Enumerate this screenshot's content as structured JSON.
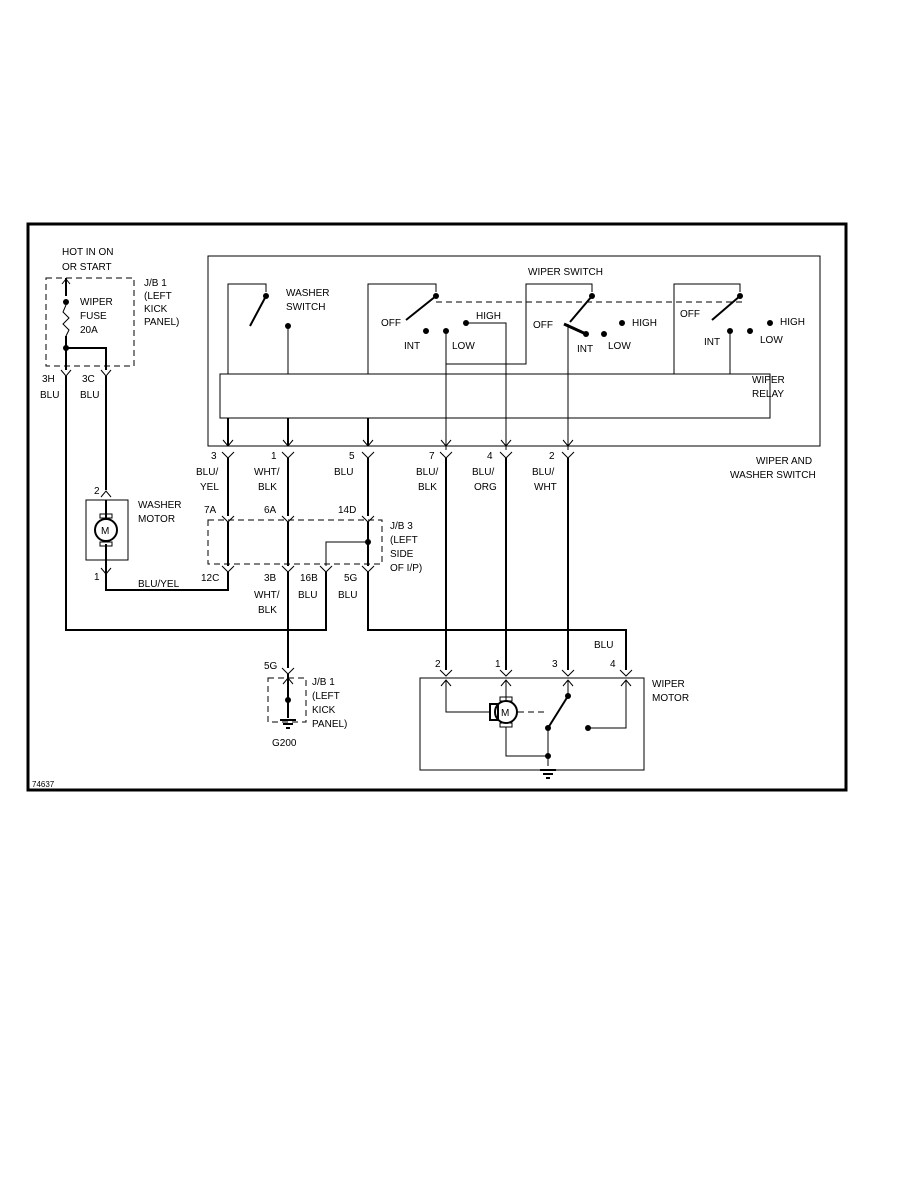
{
  "labels": {
    "hot_line1": "HOT IN ON",
    "hot_line2": "OR START",
    "wiper_fuse_1": "WIPER",
    "wiper_fuse_2": "FUSE",
    "wiper_fuse_3": "20A",
    "jb1_top_1": "J/B 1",
    "jb1_top_2": "(LEFT",
    "jb1_top_3": "KICK",
    "jb1_top_4": "PANEL)",
    "pin_3h": "3H",
    "pin_3c": "3C",
    "wire_blu_left": "BLU",
    "wire_blu_3c": "BLU",
    "washer_switch_1": "WASHER",
    "washer_switch_2": "SWITCH",
    "wiper_switch": "WIPER SWITCH",
    "off_1": "OFF",
    "int_1": "INT",
    "low_1": "LOW",
    "high_1": "HIGH",
    "off_2": "OFF",
    "int_2": "INT",
    "low_2": "LOW",
    "high_2": "HIGH",
    "off_3": "OFF",
    "int_3": "INT",
    "low_3": "LOW",
    "high_3": "HIGH",
    "wiper_relay_1": "WIPER",
    "wiper_relay_2": "RELAY",
    "wiper_washer_1": "WIPER AND",
    "wiper_washer_2": "WASHER SWITCH",
    "sw_pin_3": "3",
    "sw_pin_1": "1",
    "sw_pin_5": "5",
    "sw_pin_7": "7",
    "sw_pin_4": "4",
    "sw_pin_2": "2",
    "wire_bluyel_1": "BLU/",
    "wire_bluyel_2": "YEL",
    "wire_whtblk_1": "WHT/",
    "wire_whtblk_2": "BLK",
    "wire_blu_5": "BLU",
    "wire_blublk_1": "BLU/",
    "wire_blublk_2": "BLK",
    "wire_bluorg_1": "BLU/",
    "wire_bluorg_2": "ORG",
    "wire_bluwht_1": "BLU/",
    "wire_bluwht_2": "WHT",
    "washer_motor_1": "WASHER",
    "washer_motor_2": "MOTOR",
    "washer_motor_pin2": "2",
    "washer_motor_pin1": "1",
    "motor_m": "M",
    "wire_bluyel_bottom": "BLU/YEL",
    "pin_7a": "7A",
    "pin_6a": "6A",
    "pin_14d": "14D",
    "jb3_1": "J/B 3",
    "jb3_2": "(LEFT",
    "jb3_3": "SIDE",
    "jb3_4": "OF I/P)",
    "pin_12c": "12C",
    "pin_3b": "3B",
    "pin_16b": "16B",
    "pin_5g": "5G",
    "wire_whtblk2_1": "WHT/",
    "wire_whtblk2_2": "BLK",
    "wire_blu_16b": "BLU",
    "wire_blu_5g": "BLU",
    "pin_5g_bottom": "5G",
    "jb1_bot_1": "J/B 1",
    "jb1_bot_2": "(LEFT",
    "jb1_bot_3": "KICK",
    "jb1_bot_4": "PANEL)",
    "ground": "G200",
    "wire_blu_motor": "BLU",
    "wiper_motor_1": "WIPER",
    "wiper_motor_2": "MOTOR",
    "wm_pin_2": "2",
    "wm_pin_1": "1",
    "wm_pin_3": "3",
    "wm_pin_4": "4",
    "wiper_motor_m": "M",
    "fig_id": "74637"
  }
}
